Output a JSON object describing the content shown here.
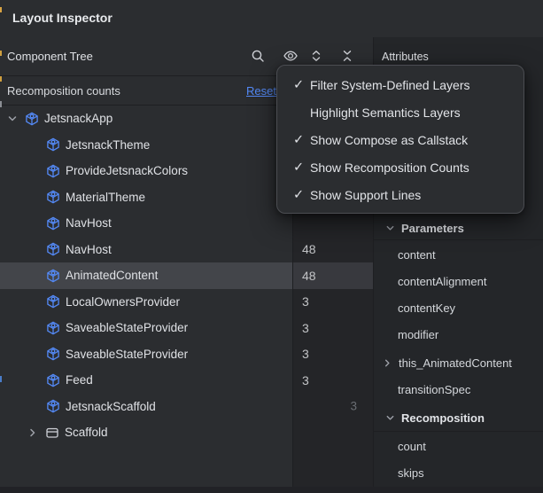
{
  "window": {
    "title": "Layout Inspector"
  },
  "component_tree": {
    "header": "Component Tree",
    "banner": {
      "label": "Recomposition counts",
      "reset_label": "Reset"
    },
    "rows": [
      {
        "label": "JetsnackApp"
      },
      {
        "label": "JetsnackTheme"
      },
      {
        "label": "ProvideJetsnackColors"
      },
      {
        "label": "MaterialTheme"
      },
      {
        "label": "NavHost"
      },
      {
        "label": "NavHost",
        "count": "48"
      },
      {
        "label": "AnimatedContent",
        "count": "48",
        "selected": true
      },
      {
        "label": "LocalOwnersProvider",
        "count": "3"
      },
      {
        "label": "SaveableStateProvider",
        "count": "3"
      },
      {
        "label": "SaveableStateProvider",
        "count": "3"
      },
      {
        "label": "Feed",
        "count": "3"
      },
      {
        "label": "JetsnackScaffold",
        "count_dim": "3"
      },
      {
        "label": "Scaffold"
      }
    ]
  },
  "view_options_menu": {
    "items": [
      {
        "label": "Filter System-Defined Layers",
        "check": "✓"
      },
      {
        "label": "Highlight Semantics Layers",
        "check": ""
      },
      {
        "label": "Show Compose as Callstack",
        "check": "✓"
      },
      {
        "label": "Show Recomposition Counts",
        "check": "✓"
      },
      {
        "label": "Show Support Lines",
        "check": "✓"
      }
    ]
  },
  "attributes": {
    "header": "Attributes",
    "sections": [
      {
        "title": "Parameters",
        "items": [
          "content",
          "contentAlignment",
          "contentKey",
          "modifier",
          "this_AnimatedContent",
          "transitionSpec"
        ]
      },
      {
        "title": "Recomposition",
        "items": [
          "count",
          "skips"
        ]
      }
    ]
  },
  "colors": {
    "accent_blue": "#548af7",
    "link_blue": "#548af7",
    "selection_bg": "#43454a",
    "panel_bg": "#2b2d30",
    "divider": "#1e1f22",
    "edge_badge_yellow": "#d9a343"
  }
}
